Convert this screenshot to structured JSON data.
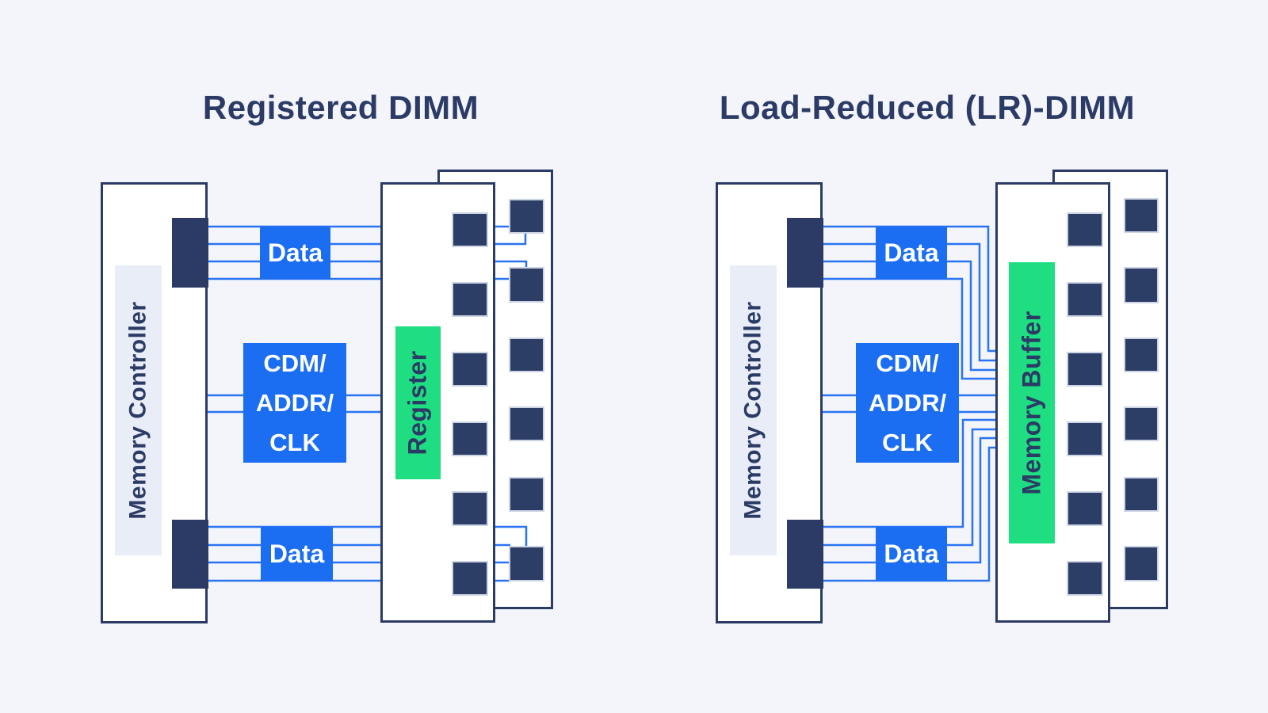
{
  "background_color": "#f3f5fa",
  "colors": {
    "navy": "#2c3b66",
    "blue_box": "#1b6df2",
    "blue_line": "#2a74f4",
    "green": "#1ede81",
    "label_strip": "#e8edf7",
    "board_fill": "#ffffff",
    "chip_border": "#ccd4e5"
  },
  "left_diagram": {
    "title": "Registered DIMM",
    "controller_label": "Memory Controller",
    "data_label_top": "Data",
    "data_label_bottom": "Data",
    "bus_label_lines": [
      "CDM/",
      "ADDR/",
      "CLK"
    ],
    "buffer_label": "Register",
    "front_chip_count": 6,
    "back_chip_count": 6
  },
  "right_diagram": {
    "title": "Load-Reduced (LR)-DIMM",
    "controller_label": "Memory Controller",
    "data_label_top": "Data",
    "data_label_bottom": "Data",
    "bus_label_lines": [
      "CDM/",
      "ADDR/",
      "CLK"
    ],
    "buffer_label": "Memory Buffer",
    "front_chip_count": 6,
    "back_chip_count": 6
  }
}
